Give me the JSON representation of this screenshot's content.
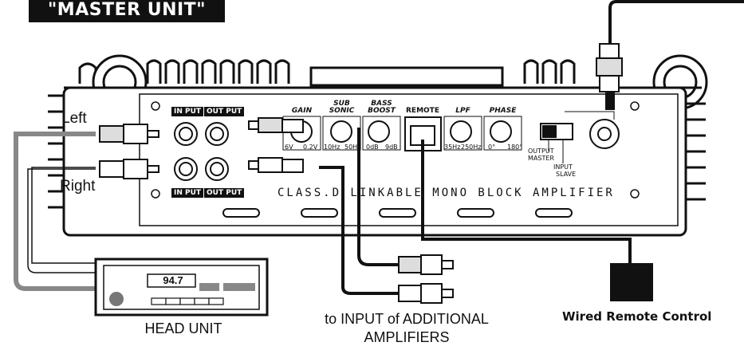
{
  "title": "\"MASTER UNIT\"",
  "labels": {
    "left": "Left",
    "right": "Right",
    "head_unit": "HEAD UNIT",
    "additional_line1": "to INPUT of ADDITIONAL",
    "additional_line2": "AMPLIFIERS",
    "wired_remote": "Wired Remote Control"
  },
  "panel": {
    "input_top": "IN PUT",
    "output_top": "OUT PUT",
    "input_bottom": "IN PUT",
    "output_bottom": "OUT PUT",
    "model": "CLASS.D LINKABLE MONO BLOCK AMPLIFIER",
    "gain": {
      "label": "GAIN",
      "min": "6V",
      "max": "0.2V"
    },
    "subsonic": {
      "label_line1": "SUB",
      "label_line2": "SONIC",
      "min": "10Hz",
      "max": "50H"
    },
    "bassboost": {
      "label_line1": "BASS",
      "label_line2": "BOOST",
      "min": "0dB",
      "max": "9dB"
    },
    "remote": {
      "label": "REMOTE"
    },
    "lpf": {
      "label": "LPF",
      "min": "35Hz",
      "max": "250Hz"
    },
    "phase": {
      "label": "PHASE",
      "min": "0°",
      "max": "180°"
    },
    "switch": {
      "output_master_line1": "OUTPUT",
      "output_master_line2": "MASTER",
      "input_slave_line1": "INPUT",
      "input_slave_line2": "SLAVE"
    }
  },
  "head_unit_display": "94.7"
}
